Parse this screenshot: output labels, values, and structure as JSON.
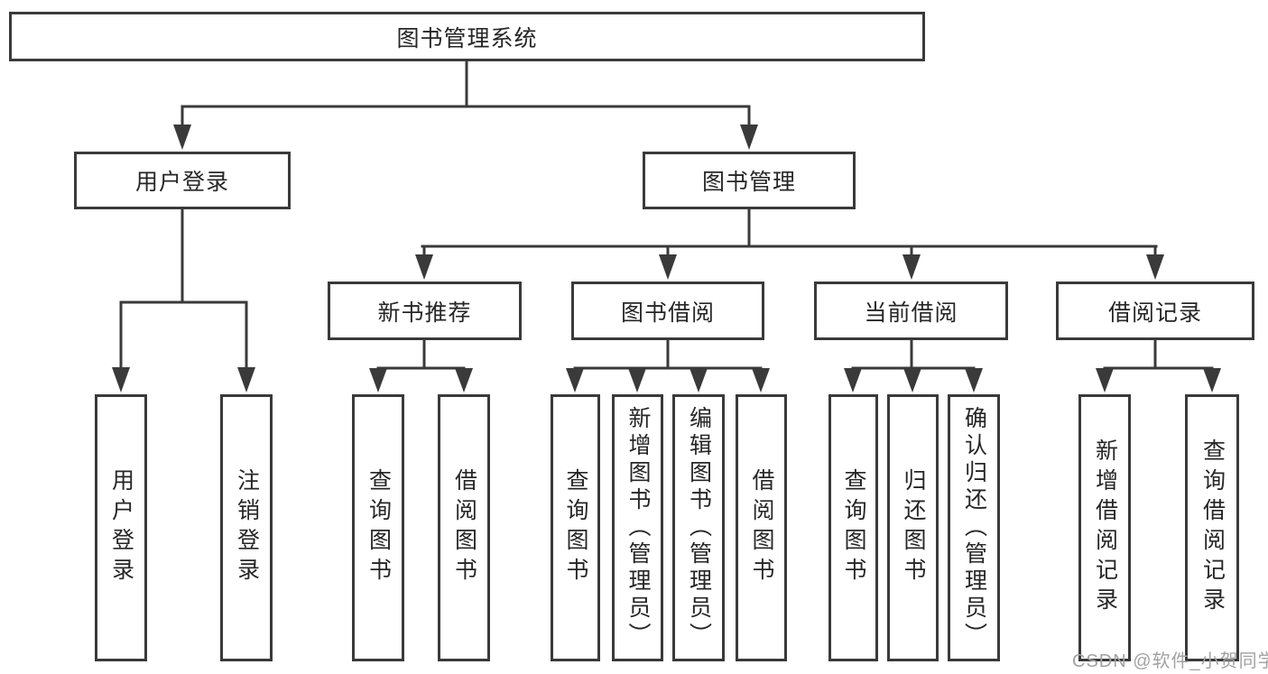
{
  "diagram": {
    "root": {
      "label": "图书管理系统"
    },
    "user_login": {
      "label": "用户登录",
      "children": {
        "login": {
          "label": "用户登录"
        },
        "logout": {
          "label": "注销登录"
        }
      }
    },
    "book_management": {
      "label": "图书管理",
      "children": {
        "new_book_recommend": {
          "label": "新书推荐",
          "children": {
            "query_book": {
              "label": "查询图书"
            },
            "borrow_book": {
              "label": "借阅图书"
            }
          }
        },
        "book_borrow": {
          "label": "图书借阅",
          "children": {
            "query_book": {
              "label": "查询图书"
            },
            "add_book": {
              "label": "新增图书（管理员）"
            },
            "edit_book": {
              "label": "编辑图书（管理员）"
            },
            "borrow_book": {
              "label": "借阅图书"
            }
          }
        },
        "current_borrow": {
          "label": "当前借阅",
          "children": {
            "query_book": {
              "label": "查询图书"
            },
            "return_book": {
              "label": "归还图书"
            },
            "confirm_return": {
              "label": "确认归还（管理员）"
            }
          }
        },
        "borrow_records": {
          "label": "借阅记录",
          "children": {
            "add_record": {
              "label": "新增借阅记录"
            },
            "query_record": {
              "label": "查询借阅记录"
            }
          }
        }
      }
    }
  },
  "watermark": {
    "text": "CSDN @软件_小贺同学"
  },
  "colors": {
    "line": "#3a3a3a",
    "text": "#262626",
    "watermark": "#a2a2a2",
    "background": "#ffffff"
  }
}
